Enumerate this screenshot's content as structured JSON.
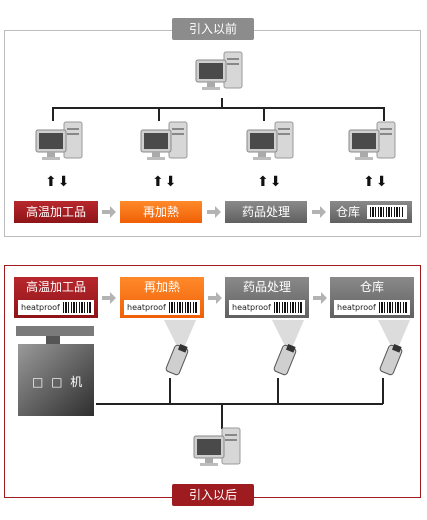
{
  "before": {
    "tab_label": "引入以前",
    "steps": [
      "高温加工品",
      "再加熱",
      "药品处理",
      "仓库"
    ]
  },
  "after": {
    "tab_label": "引入以后",
    "steps": [
      "高温加工品",
      "再加熱",
      "药品处理",
      "仓库"
    ],
    "tag_text": "heatproof",
    "machine_label": "□ □ 机"
  },
  "colors": {
    "accent_red": "#9e1b1f",
    "orange": "#f5680f",
    "gray": "#6e6e6e"
  },
  "icons": [
    "computer-icon",
    "up-down-arrows-icon",
    "chevron-right-icon",
    "barcode-icon",
    "barcode-scanner-icon",
    "printer-machine-icon"
  ]
}
